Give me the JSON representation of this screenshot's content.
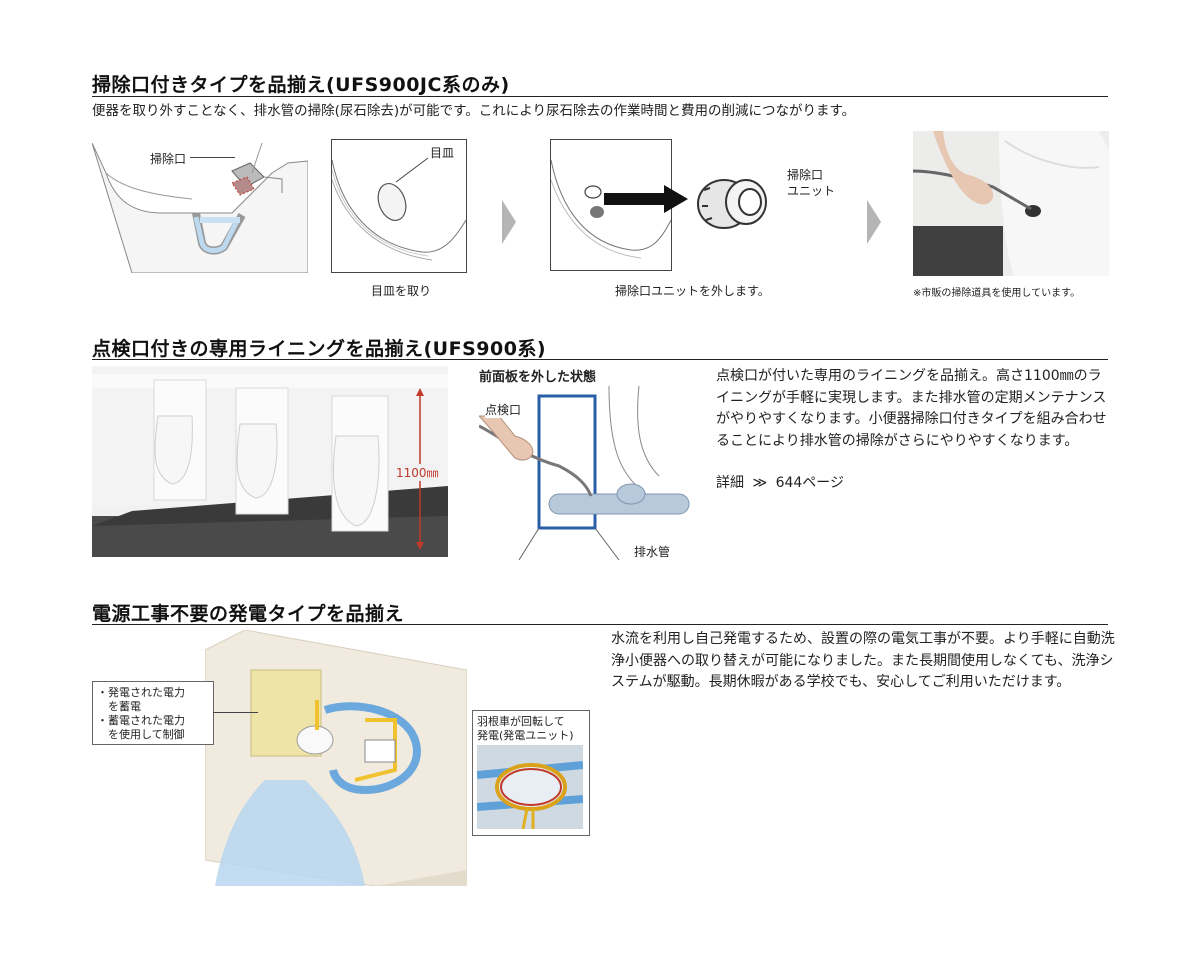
{
  "section1": {
    "title": "掃除口付きタイプを品揃え(UFS900JC系のみ)",
    "description": "便器を取り外すことなく、排水管の掃除(尿石除去)が可能です。これにより尿石除去の作業時間と費用の削減につながります。",
    "label_cleanout": "掃除口",
    "label_plate": "目皿",
    "label_unit_line1": "掃除口",
    "label_unit_line2": "ユニット",
    "caption_step1": "目皿を取り",
    "caption_step2": "掃除口ユニットを外します。",
    "caption_note": "※市販の掃除道具を使用しています。"
  },
  "section2": {
    "title": "点検口付きの専用ライニングを品揃え(UFS900系)",
    "dimension_label": "1100㎜",
    "diagram_title": "前面板を外した状態",
    "label_inspection": "点検口",
    "label_pipe": "排水管",
    "description": "点検口が付いた専用のライニングを品揃え。高さ1100㎜のライニングが手軽に実現します。また排水管の定期メンテナンスがやりやすくなります。小便器掃除口付きタイプを組み合わせることにより排水管の掃除がさらにやりやすくなります。",
    "detail_label": "詳細",
    "detail_arrows": "≫",
    "detail_page": "644ページ"
  },
  "section3": {
    "title": "電源工事不要の発電タイプを品揃え",
    "callout_left_line1": "・発電された電力",
    "callout_left_line2": "　を蓄電",
    "callout_left_line3": "・蓄電された電力",
    "callout_left_line4": "　を使用して制御",
    "callout_right_line1": "羽根車が回転して",
    "callout_right_line2": "発電(発電ユニット)",
    "description": "水流を利用し自己発電するため、設置の際の電気工事が不要。より手軽に自動洗浄小便器への取り替えが可能になりました。また長期間使用しなくても、洗浄システムが駆動。長期休暇がある学校でも、安心してご利用いただけます。"
  }
}
